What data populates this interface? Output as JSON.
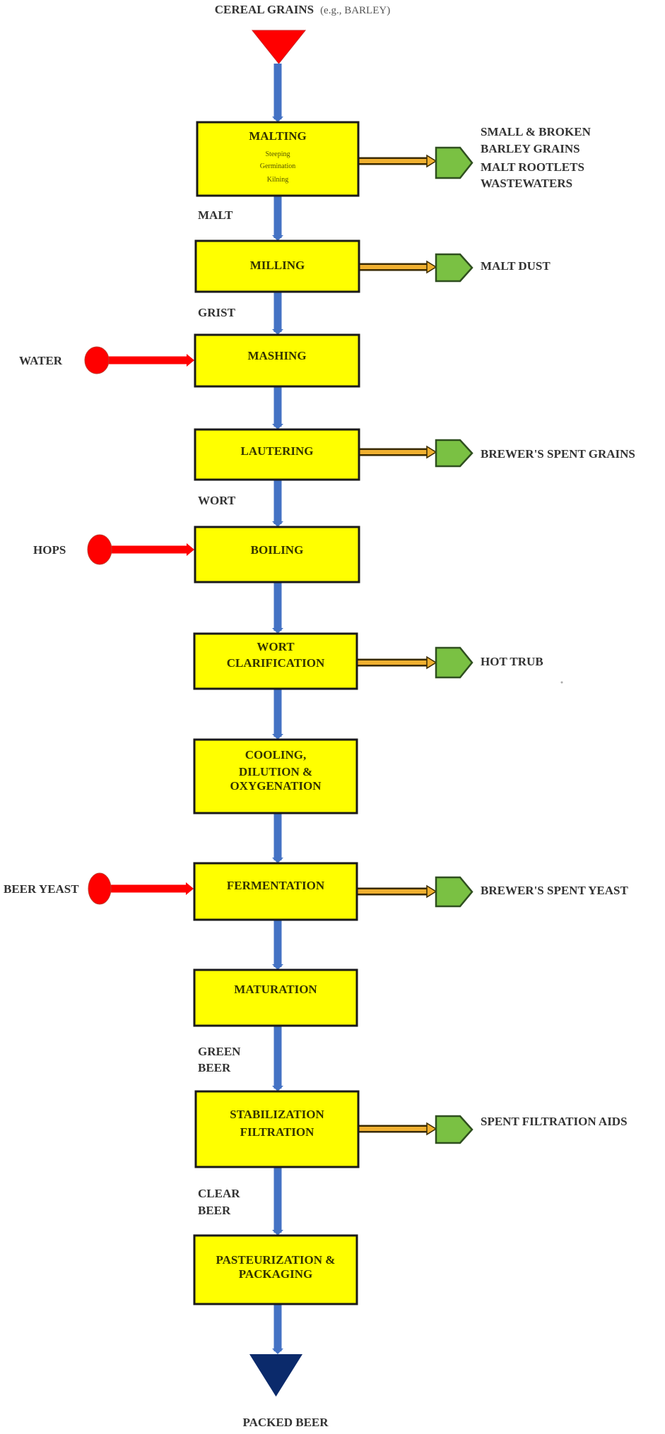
{
  "diagram": {
    "source_label_main": "CEREAL GRAINS",
    "source_label_sub": "(e.g., BARLEY)",
    "sink_label": "PACKED BEER",
    "colors": {
      "process_fill": "#ffff00",
      "flow": "#4472c4",
      "input": "#ff0000",
      "output_arrow": "#f0b030",
      "output_node": "#7ac143",
      "sink": "#0b2a6b"
    },
    "steps": [
      {
        "id": "malting",
        "lines": [
          "MALTING"
        ],
        "sub": [
          "Steeping",
          "Germination",
          "Kilning"
        ]
      },
      {
        "id": "milling",
        "lines": [
          "MILLING"
        ]
      },
      {
        "id": "mashing",
        "lines": [
          "MASHING"
        ]
      },
      {
        "id": "lautering",
        "lines": [
          "LAUTERING"
        ]
      },
      {
        "id": "boiling",
        "lines": [
          "BOILING"
        ]
      },
      {
        "id": "wort-clarification",
        "lines": [
          "WORT",
          "CLARIFICATION"
        ]
      },
      {
        "id": "cooling",
        "lines": [
          "COOLING,",
          "DILUTION &",
          "OXYGENATION"
        ]
      },
      {
        "id": "fermentation",
        "lines": [
          "FERMENTATION"
        ]
      },
      {
        "id": "maturation",
        "lines": [
          "MATURATION"
        ]
      },
      {
        "id": "stabilization",
        "lines": [
          "STABILIZATION",
          "FILTRATION"
        ]
      },
      {
        "id": "pasteurization",
        "lines": [
          "PASTEURIZATION &",
          "PACKAGING"
        ]
      }
    ],
    "intermediates": [
      {
        "after": "malting",
        "lines": [
          "MALT"
        ]
      },
      {
        "after": "milling",
        "lines": [
          "GRIST"
        ]
      },
      {
        "after": "lautering",
        "lines": [
          "WORT"
        ]
      },
      {
        "after": "maturation",
        "lines": [
          "GREEN",
          "BEER"
        ]
      },
      {
        "after": "stabilization",
        "lines": [
          "CLEAR",
          "BEER"
        ]
      }
    ],
    "inputs": [
      {
        "to": "mashing",
        "label": "WATER"
      },
      {
        "to": "boiling",
        "label": "HOPS"
      },
      {
        "to": "fermentation",
        "label": "BEER YEAST"
      }
    ],
    "outputs": [
      {
        "from": "malting",
        "lines": [
          "SMALL & BROKEN",
          "BARLEY GRAINS",
          "MALT ROOTLETS",
          "WASTEWATERS"
        ]
      },
      {
        "from": "milling",
        "lines": [
          "MALT DUST"
        ]
      },
      {
        "from": "lautering",
        "lines": [
          "BREWER'S SPENT GRAINS"
        ]
      },
      {
        "from": "wort-clarification",
        "lines": [
          "HOT TRUB"
        ]
      },
      {
        "from": "fermentation",
        "lines": [
          "BREWER'S SPENT YEAST"
        ]
      },
      {
        "from": "stabilization",
        "lines": [
          "SPENT FILTRATION AIDS"
        ]
      }
    ]
  }
}
